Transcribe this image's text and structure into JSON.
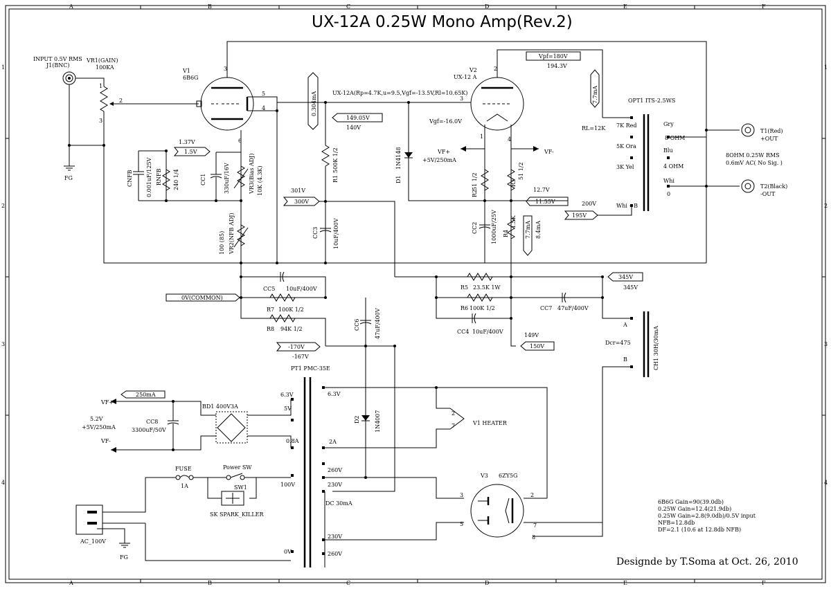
{
  "title": "UX-12A 0.25W Mono Amp(Rev.2)",
  "credit": "Designde by T.Soma at Oct. 26, 2010",
  "border": {
    "cols": [
      "A",
      "B",
      "C",
      "D",
      "E",
      "F"
    ],
    "rows": [
      "1",
      "2",
      "3",
      "4"
    ]
  },
  "input": {
    "label": "INPUT 0.5V RMS",
    "connector": "J1(BNC)",
    "fg": "FG"
  },
  "vr1": {
    "name": "VR1(GAIN)",
    "value": "100KA",
    "pin1": "1",
    "pin2": "2",
    "pin3": "3"
  },
  "v1": {
    "name": "V1",
    "type": "6B6G",
    "pin3": "3",
    "pin5": "5",
    "pin4": "4",
    "pin6": "6",
    "voltage": "1.37V",
    "voltage_box": "1.5V"
  },
  "cnfb": {
    "name": "CNFB",
    "value": "0.001uF/125V"
  },
  "rnfb": {
    "name": "RNFB",
    "value": "240 1/4"
  },
  "cc1": {
    "name": "CC1",
    "value": "330uF/16V"
  },
  "vr3": {
    "name": "VR3(Bias ADJ)",
    "value": "10K (4.3K)"
  },
  "vr2": {
    "name": "VR2(NFB ADJ)",
    "value": "100 (85)"
  },
  "current_v1": "0.304mA",
  "v2_params": "UX-12A(Rp=4.7K,u=9.5,Vgf=-13.5V,Rl=10.65K)",
  "r1": {
    "name": "R1",
    "value": "500K 1/2"
  },
  "v1_plate": {
    "box": "149.05V",
    "text": "140V"
  },
  "b300": {
    "text": "301V",
    "box": "300V"
  },
  "cc3": {
    "name": "CC3",
    "value": "10uF/400V"
  },
  "v2": {
    "name": "V2",
    "type": "UX-12 A",
    "pin2": "2",
    "pin3": "3",
    "pin4": "4",
    "pin1": "1",
    "vpf_box": "Vpf=180V",
    "vpf_text": "194.3V",
    "vgf": "Vgf=-16.0V"
  },
  "d1": {
    "name": "D1",
    "value": "1N4148"
  },
  "vfplus_mid": {
    "label": "VF+",
    "value": "+5V/250mA"
  },
  "vfminus_mid": {
    "label": "VF-"
  },
  "r2": {
    "name": "R2",
    "value": "51 1/2"
  },
  "r3": {
    "name": "R3",
    "value": "51 1/2"
  },
  "cath": {
    "text": "12.7V",
    "box": "11.55V"
  },
  "cc2": {
    "name": "CC2",
    "value": "1000uF/25V"
  },
  "r4": {
    "name": "R4",
    "value": "1.5K"
  },
  "current_r4": "7.7mA",
  "i_r4": "8.4mA",
  "current_plate": "7.7mA",
  "opt1": {
    "name": "OPT1 ITS-2.5WS",
    "rl": "RL=12K",
    "taps": [
      "7K Red",
      "5K Ora",
      "3K Yel",
      "Whi +B"
    ],
    "sec": [
      "Gry",
      "8 OHM",
      "Blu",
      "4 OHM",
      "Whi",
      "0"
    ]
  },
  "b200": {
    "text": "200V",
    "box": "195V"
  },
  "out": {
    "t1": "T1(Red)",
    "t1b": "+OUT",
    "t2": "T2(Black)",
    "t2b": "-OUT",
    "note1": "8OHM 0.25W RMS",
    "note2": "0.6mV AC( No Sig. )"
  },
  "r5": {
    "name": "R5",
    "value": "23.5K 1W"
  },
  "r6": {
    "name": "R6",
    "value": "100K 1/2"
  },
  "cc4": {
    "name": "CC4",
    "value": "10uF/400V"
  },
  "cc7": {
    "name": "CC7",
    "value": "47uF/400V"
  },
  "b345": {
    "box": "345V",
    "text": "345V"
  },
  "cc5": {
    "name": "CC5",
    "value": "10uF/400V"
  },
  "common": "0V(COMMON)",
  "r7": {
    "name": "R7",
    "value": "100K 1/2"
  },
  "r8": {
    "name": "R8",
    "value": "94K 1/2"
  },
  "cc6": {
    "name": "CC6",
    "value": "47uF/400V"
  },
  "neg": {
    "box": "-170V",
    "text": "-167V"
  },
  "b150": {
    "text": "149V",
    "box": "150V"
  },
  "ch1": {
    "name": "CH1 30H/30mA",
    "dcr": "Dcr=475",
    "a": "A",
    "b": "B"
  },
  "pt1": {
    "name": "PT1 PMC-35E",
    "p63a": "6.3V",
    "p5v": "5V",
    "p08a": "0.8A",
    "p100v": "100V",
    "p0v": "0V",
    "s63v": "6.3V",
    "s2a": "2A",
    "s260a": "260V",
    "s230a": "230V",
    "dc": "DC 30mA",
    "s230b": "230V",
    "s260b": "260V"
  },
  "bd1": {
    "name": "BD1 400V3A"
  },
  "heater_supply": {
    "box": "250mA",
    "vfp": "VF+",
    "v52": "5.2V",
    "v5": "+5V/250mA",
    "vfm": "VF-"
  },
  "cc8": {
    "name": "CC8",
    "value": "3300uF/50V"
  },
  "d2": {
    "name": "D2",
    "value": "1N4007"
  },
  "heater": {
    "label": "V1 HEATER",
    "p2": "2",
    "p7": "7"
  },
  "v3": {
    "name": "V3",
    "type": "6ZY5G",
    "p3": "3",
    "p5": "5",
    "p2": "2",
    "p7": "7",
    "p8": "8"
  },
  "mains": {
    "fuse": "FUSE",
    "fuse_val": "1A",
    "psw": "Power SW",
    "sw1": "SW1",
    "sk": "SK  SPARK_KILLER",
    "ac": "AC_100V",
    "fg": "FG"
  },
  "notes": [
    "6B6G Gain=90(39.0db)",
    "0.25W Gain=12.4(21.9db)",
    "0.25W Gain=2.8(9.0db)/0.5V input",
    "NFB=12.8db",
    "DF=2.1 (10.6 at 12.8db NFB)"
  ]
}
